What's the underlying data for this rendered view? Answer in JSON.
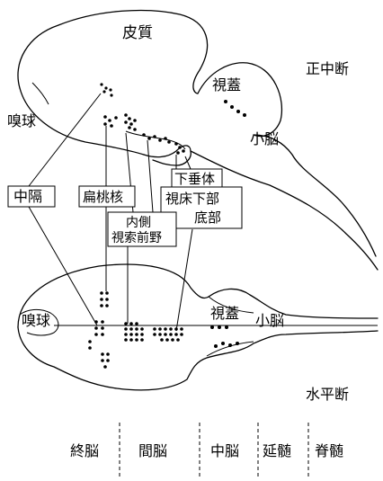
{
  "labels": {
    "cortex": "皮質",
    "sagittal": "正中断",
    "olfactory_bulb_top": "嗅球",
    "tectum_top": "視蓋",
    "cerebellum_top": "小脳",
    "septum": "中隔",
    "amygdala": "扁桃核",
    "pituitary": "下垂体",
    "hypothalamus_line1": "視床下部",
    "hypothalamus_line2": "底部",
    "medial_line1": "内側",
    "medial_line2": "視索前野",
    "olfactory_bulb_bottom": "嗅球",
    "tectum_bottom": "視蓋",
    "cerebellum_bottom": "小脳",
    "horizontal": "水平断"
  },
  "regions": [
    "終脳",
    "間脳",
    "中脳",
    "延髄",
    "脊髄"
  ]
}
